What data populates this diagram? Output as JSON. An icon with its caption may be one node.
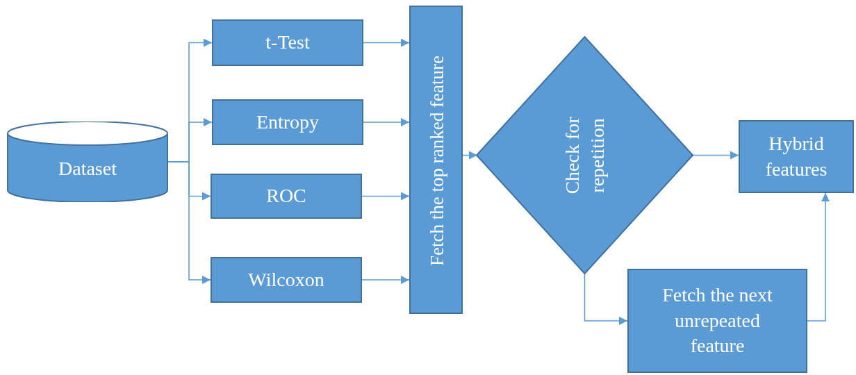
{
  "diagram": {
    "nodes": [
      {
        "text": [
          "Dataset"
        ]
      },
      {
        "text": [
          "t-Test"
        ]
      },
      {
        "text": [
          "Entropy"
        ]
      },
      {
        "text": [
          "ROC"
        ]
      },
      {
        "text": [
          "Wilcoxon"
        ]
      },
      {
        "text": [
          "Fetch the top ranked feature"
        ]
      },
      {
        "text": [
          "Check for repetition"
        ]
      },
      {
        "text": [
          "Hybrid features"
        ]
      },
      {
        "text": [
          "Fetch the next unrepeated feature"
        ]
      }
    ],
    "edges": [
      {
        "from": 0,
        "to": 1,
        "arrow": "to"
      },
      {
        "from": 0,
        "to": 2,
        "arrow": "to"
      },
      {
        "from": 0,
        "to": 3,
        "arrow": "to"
      },
      {
        "from": 0,
        "to": 4,
        "arrow": "to"
      },
      {
        "from": 1,
        "to": 5,
        "arrow": "to"
      },
      {
        "from": 2,
        "to": 5,
        "arrow": "to"
      },
      {
        "from": 3,
        "to": 5,
        "arrow": "to"
      },
      {
        "from": 4,
        "to": 5,
        "arrow": "to"
      },
      {
        "from": 5,
        "to": 6,
        "arrow": "to"
      },
      {
        "from": 6,
        "to": 7,
        "arrow": "to"
      },
      {
        "from": 6,
        "to": 8,
        "arrow": "to"
      },
      {
        "from": 8,
        "to": 7,
        "arrow": "to"
      }
    ]
  }
}
